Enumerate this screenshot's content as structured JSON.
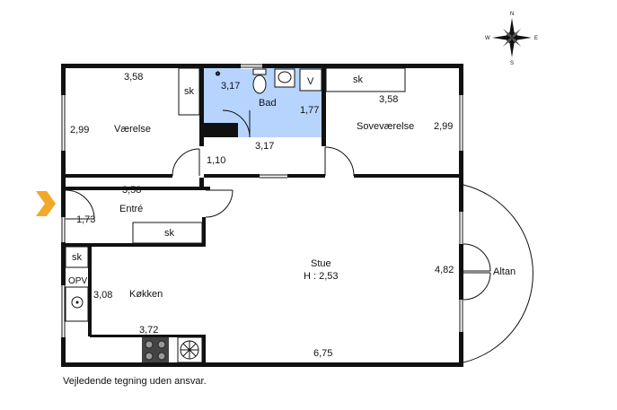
{
  "compass": {
    "n": "N",
    "s": "S",
    "e": "E",
    "w": "W"
  },
  "rooms": {
    "vaerelse": {
      "name": "Værelse",
      "width": "3,58",
      "depth": "2,99"
    },
    "bad": {
      "name": "Bad",
      "width": "3,17",
      "depth": "1,77",
      "lower_width": "3,17"
    },
    "sovevaerelse": {
      "name": "Soveværelse",
      "width": "3,58",
      "depth": "2,99"
    },
    "entre": {
      "name": "Entré",
      "width": "3,58",
      "depth": "1,73"
    },
    "hall_width": "1,10",
    "stue": {
      "name": "Stue",
      "height": "H : 2,53",
      "depth": "4,82",
      "width": "6,75"
    },
    "koekken": {
      "name": "Køkken",
      "depth": "3,08",
      "width": "3,72"
    },
    "altan": {
      "name": "Altan"
    }
  },
  "fixtures": {
    "sk_vaerelse": "sk",
    "sk_sove": "sk",
    "sk_entre": "sk",
    "sk_koekken": "sk",
    "v_bad": "V",
    "opv": "OPV"
  },
  "colors": {
    "bathroom": "#b7d4ff",
    "entry_arrow": "#f0a92a",
    "wall": "#111111"
  },
  "disclaimer": "Vejledende tegning uden ansvar."
}
